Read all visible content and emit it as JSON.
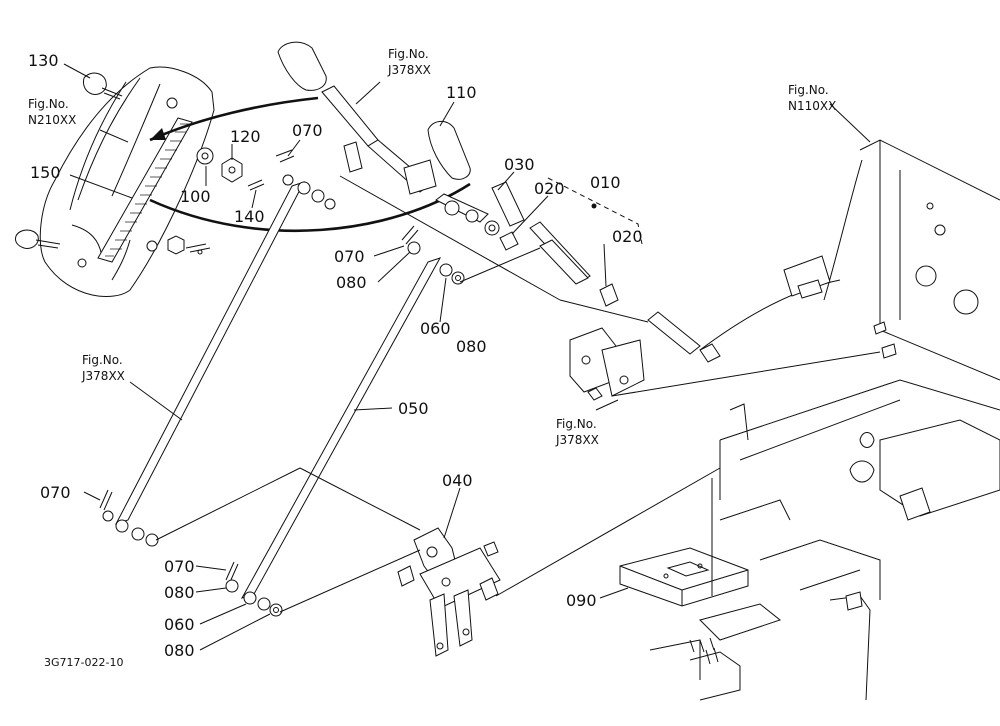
{
  "diagram": {
    "part_labels": [
      {
        "id": "p130",
        "text": "130"
      },
      {
        "id": "p150",
        "text": "150"
      },
      {
        "id": "p120",
        "text": "120"
      },
      {
        "id": "p100",
        "text": "100"
      },
      {
        "id": "p140",
        "text": "140"
      },
      {
        "id": "p070a",
        "text": "070"
      },
      {
        "id": "p110",
        "text": "110"
      },
      {
        "id": "p030",
        "text": "030"
      },
      {
        "id": "p020a",
        "text": "020"
      },
      {
        "id": "p010",
        "text": "010"
      },
      {
        "id": "p020b",
        "text": "020"
      },
      {
        "id": "p070b",
        "text": "070"
      },
      {
        "id": "p080a",
        "text": "080"
      },
      {
        "id": "p060a",
        "text": "060"
      },
      {
        "id": "p080b",
        "text": "080"
      },
      {
        "id": "p050",
        "text": "050"
      },
      {
        "id": "p040",
        "text": "040"
      },
      {
        "id": "p070c",
        "text": "070"
      },
      {
        "id": "p070d",
        "text": "070"
      },
      {
        "id": "p080c",
        "text": "080"
      },
      {
        "id": "p060b",
        "text": "060"
      },
      {
        "id": "p080d",
        "text": "080"
      },
      {
        "id": "p090",
        "text": "090"
      }
    ],
    "fig_refs": [
      {
        "id": "f1",
        "line1": "Fig.No.",
        "line2": "N210XX"
      },
      {
        "id": "f2",
        "line1": "Fig.No.",
        "line2": "J378XX"
      },
      {
        "id": "f3",
        "line1": "Fig.No.",
        "line2": "N110XX"
      },
      {
        "id": "f4",
        "line1": "Fig.No.",
        "line2": "J378XX"
      },
      {
        "id": "f5",
        "line1": "Fig.No.",
        "line2": "J378XX"
      }
    ],
    "drawing_code": "3G717-022-10"
  }
}
